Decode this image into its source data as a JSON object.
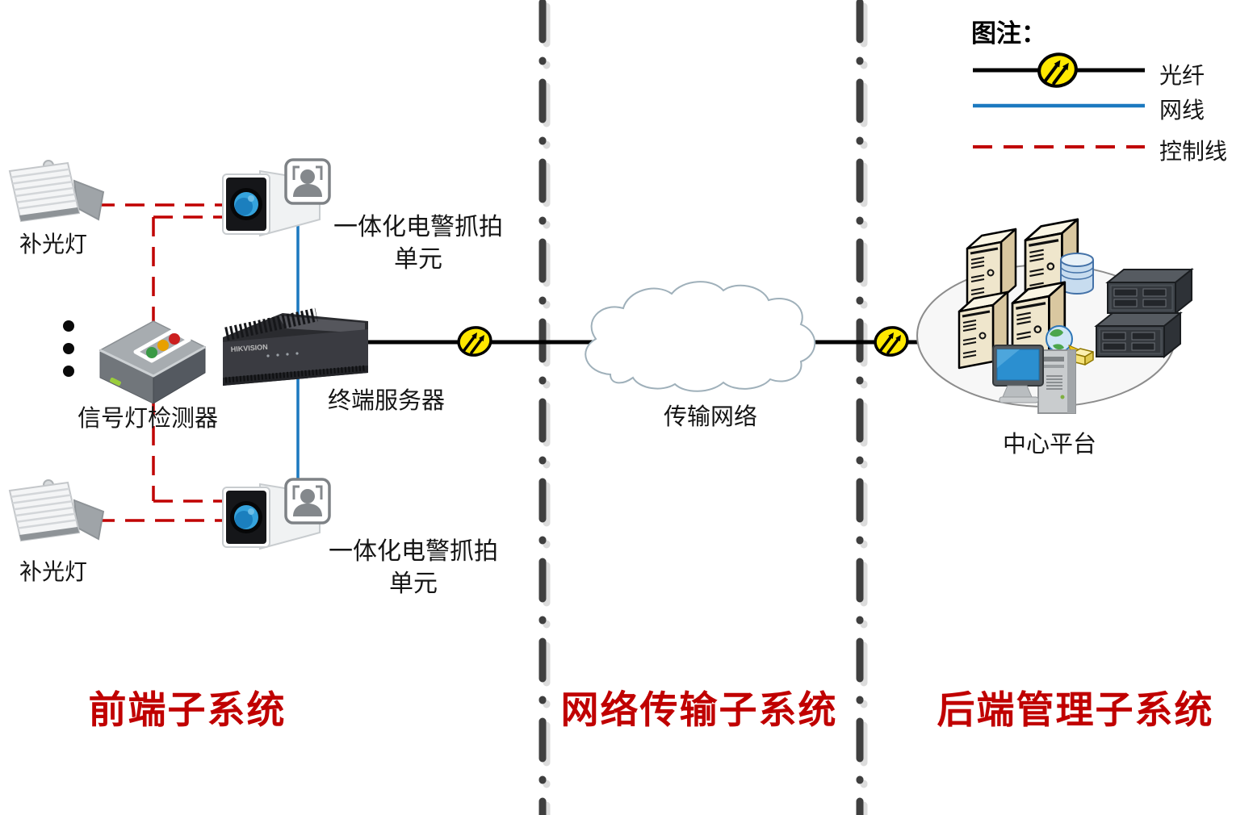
{
  "legend": {
    "title": "图注：",
    "items": [
      {
        "label": "光纤",
        "line_style": "solid-black-with-fiber-node"
      },
      {
        "label": "网线",
        "line_style": "solid-blue"
      },
      {
        "label": "控制线",
        "line_style": "dashed-red"
      }
    ]
  },
  "frontend": {
    "section_title": "前端子系统",
    "fill_light_top_label": "补光灯",
    "fill_light_bottom_label": "补光灯",
    "camera_top_label_line1": "一体化电警抓拍",
    "camera_top_label_line2": "单元",
    "camera_bottom_label_line1": "一体化电警抓拍",
    "camera_bottom_label_line2": "单元",
    "signal_detector_label": "信号灯检测器",
    "terminal_server_label": "终端服务器",
    "terminal_server_brand": "HIKVISION"
  },
  "network": {
    "section_title": "网络传输子系统",
    "cloud_label": "传输网络"
  },
  "backend": {
    "section_title": "后端管理子系统",
    "platform_label": "中心平台"
  },
  "icons": {
    "fiber-node-icon": "yellow-ellipse-two-black-arrows",
    "fill-light-icon": "louvered-floodlight",
    "camera-icon": "box-camera-blue-lens",
    "capture-badge-icon": "person-in-brackets",
    "signal-detector-icon": "gray-box-with-traffic-light",
    "terminal-server-icon": "dark-appliance-box",
    "cloud-icon": "network-cloud-outline",
    "tower-server-icon": "beige-tower-server",
    "rack-server-icon": "dark-rack-server",
    "desktop-pc-icon": "monitor-and-tower",
    "database-icon": "blue-cylinder",
    "globe-icon": "blue-green-globe",
    "ellipsis-icon": "three-vertical-dots"
  },
  "colors": {
    "section_title_red": "#C00000",
    "control_line_red": "#C00000",
    "network_line_blue": "#1B79C0",
    "fiber_line_black": "#000000",
    "fiber_node_yellow": "#FFE800",
    "separator_gray": "#3F3F3F",
    "tower_beige": "#EFE6CC",
    "screen_blue": "#2B8FD0"
  }
}
